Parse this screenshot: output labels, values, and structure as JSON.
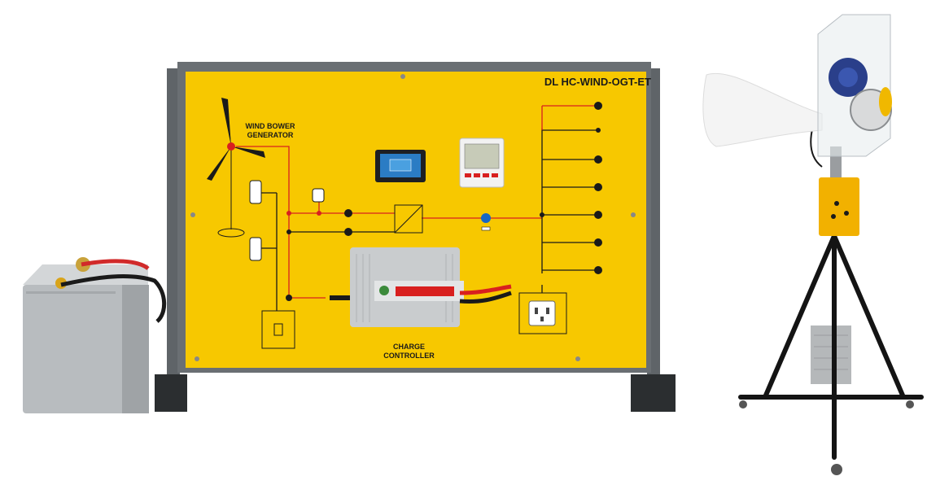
{
  "panel": {
    "model_code": "DL HC-WIND-OGT-ET",
    "wind_generator_label_line1": "WIND BOWER",
    "wind_generator_label_line2": "GENERATOR",
    "charge_controller_label_line1": "CHARGE",
    "charge_controller_label_line2": "CONTROLLER"
  },
  "colors": {
    "panel_yellow": "#f7c800",
    "frame_gray": "#5f6468",
    "wire_red": "#d8201f",
    "battery_gray": "#b8bcbf",
    "stand_black": "#141414"
  },
  "icons": {
    "wind-turbine": "wind-turbine-icon",
    "fuse": "fuse-icon",
    "socket": "power-socket-icon",
    "battery": "battery-icon"
  }
}
